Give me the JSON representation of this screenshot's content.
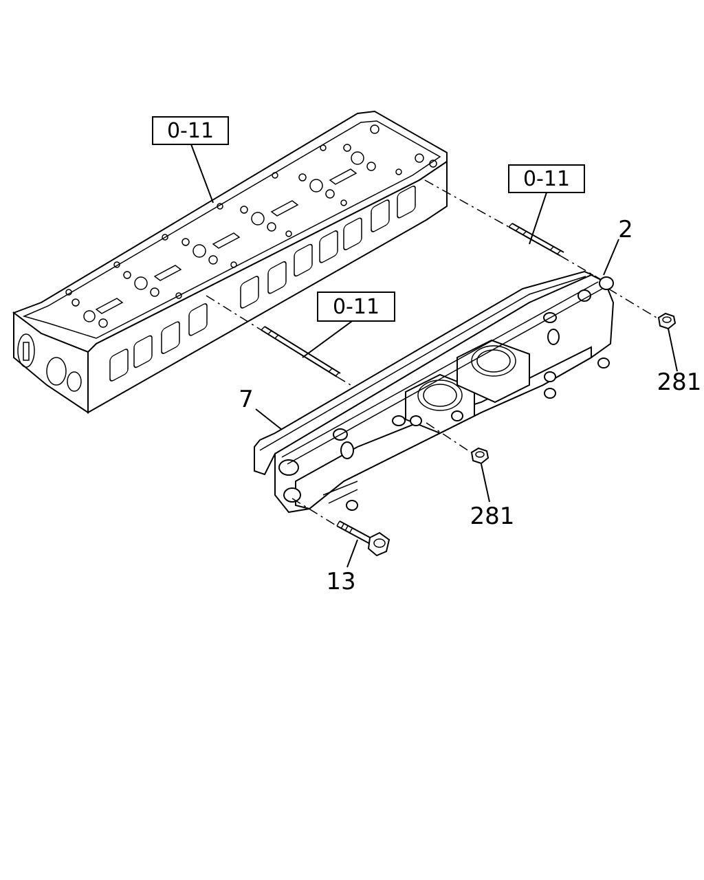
{
  "reference_boxes": [
    {
      "label": "0-11"
    },
    {
      "label": "0-11"
    },
    {
      "label": "0-11"
    }
  ],
  "callouts": {
    "manifold": "2",
    "gasket": "7",
    "nut_right": "281",
    "nut_center": "281",
    "bolt": "13"
  }
}
